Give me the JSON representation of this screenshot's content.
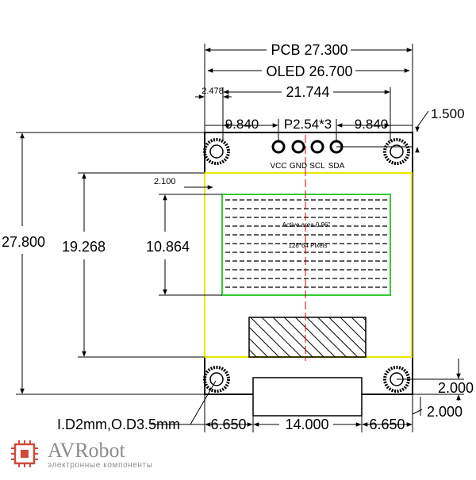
{
  "dims": {
    "pcb": "PCB 27.300",
    "oled": "OLED 26.700",
    "inner": "21.744",
    "left_offset": "2.478",
    "pitch_left": "9.840",
    "pitch": "P2.54*3",
    "pitch_right": "9.840",
    "right_offset": "1.500",
    "height_total": "27.800",
    "height_oled": "19.268",
    "height_active": "10.864",
    "top_offset": "2.100",
    "hole_note": "I.D2mm,O.D3.5mm",
    "bottom_left": "6.650",
    "bottom_mid": "14.000",
    "bottom_right": "6.650",
    "bottom_v1": "2.000",
    "bottom_v2": "2.000"
  },
  "pins": [
    "VCC",
    "GND",
    "SCL",
    "SDA"
  ],
  "active_area": {
    "line1": "Active area 0.96\"",
    "line2": "128*64 Pixels"
  },
  "logo": {
    "name": "AVRobot",
    "tagline": "электронные компоненты"
  },
  "colors": {
    "outline": "#000000",
    "oled_border": "#e8e800",
    "active_border": "#33cc33",
    "center_line": "#cc0000",
    "logo": "#8c8c8c",
    "logo_chip": "#d04a3a"
  }
}
